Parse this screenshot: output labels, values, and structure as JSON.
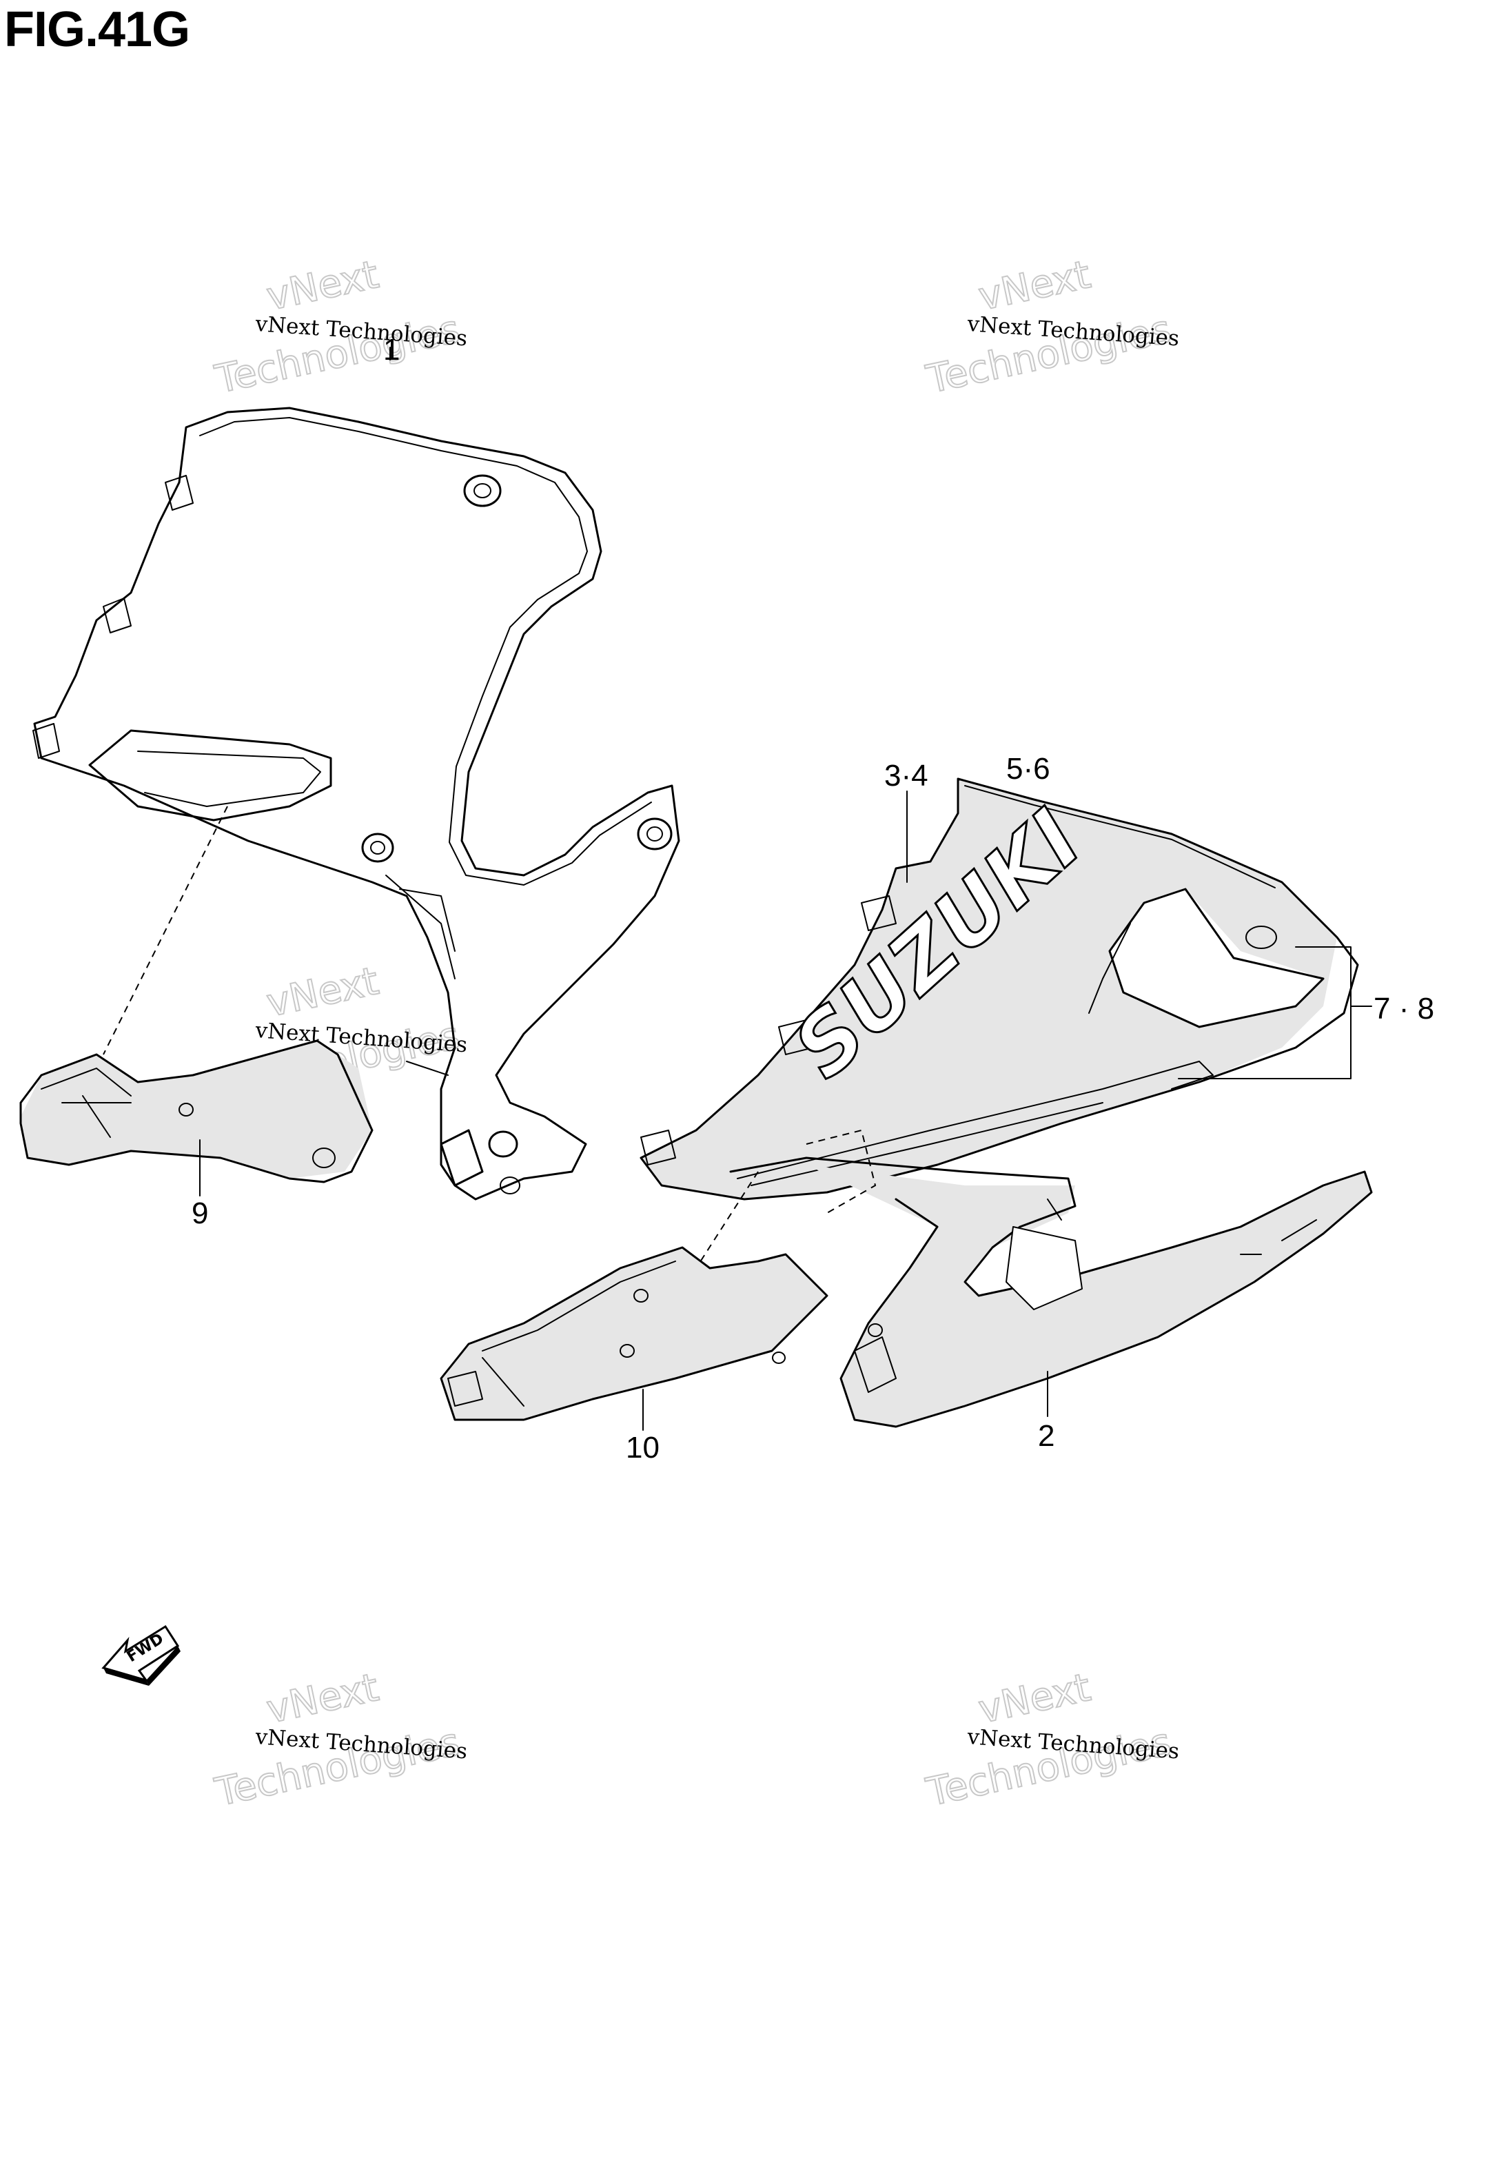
{
  "figure": {
    "title": "FIG.41G"
  },
  "callouts": {
    "part_1": "1",
    "part_2": "2",
    "part_3_4": "3·4",
    "part_5_6": "5·6",
    "part_7_8": "7 · 8",
    "part_9": "9",
    "part_10": "10"
  },
  "logo": {
    "brand_text": "SUZUKI",
    "fwd_text": "FWD"
  },
  "watermark": {
    "line_small": "vNext Technologies",
    "line_big_1": "vNext",
    "line_big_2": "Technologies"
  },
  "colors": {
    "line": "#000000",
    "watermark_outline": "#c8c8c8",
    "shade": "#e6e6e6"
  }
}
